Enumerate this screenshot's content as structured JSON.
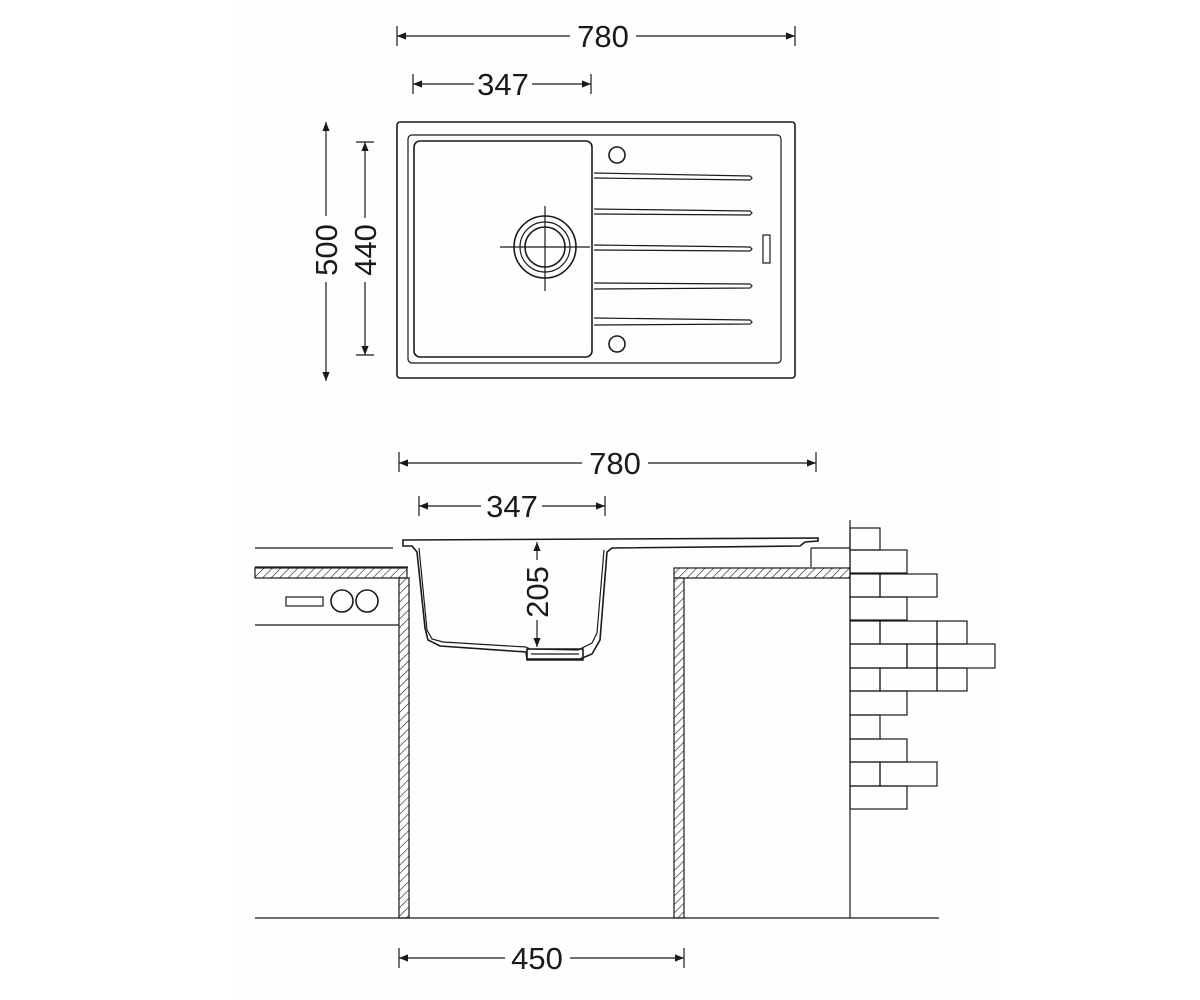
{
  "top_view": {
    "overall_width": "780",
    "bowl_width": "347",
    "overall_depth": "500",
    "bowl_depth": "440"
  },
  "side_view": {
    "overall_width": "780",
    "bowl_width": "347",
    "bowl_height": "205",
    "cabinet_width": "450"
  },
  "colors": {
    "line": "#1a1a1a",
    "background": "#ffffff"
  }
}
